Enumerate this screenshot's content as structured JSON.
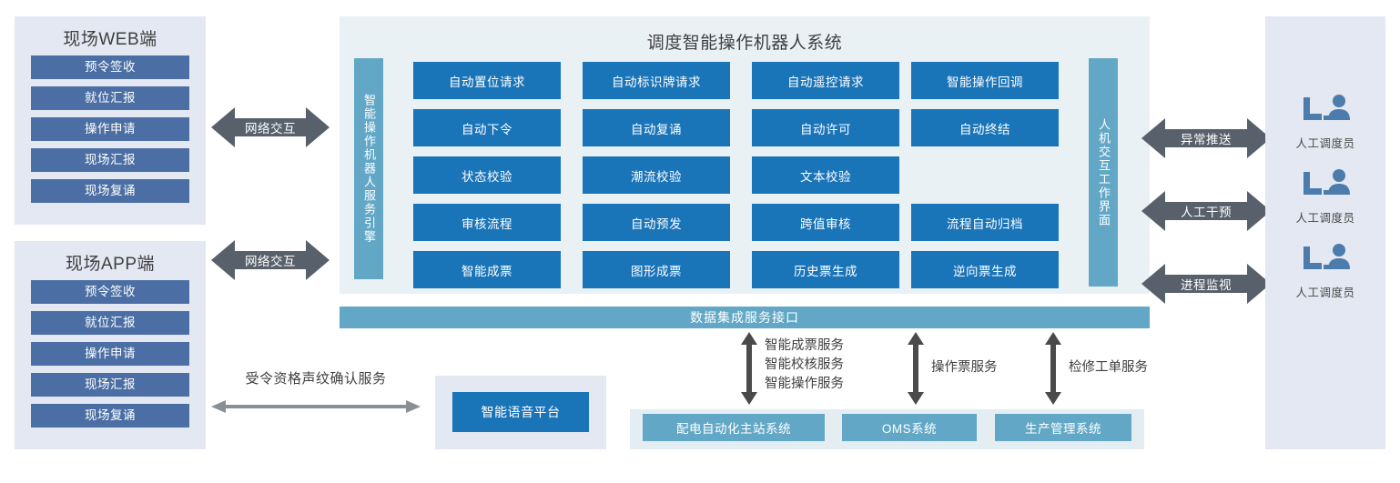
{
  "colors": {
    "client_box": "#4b6fa4",
    "center_cell": "#1a74b8",
    "teal_bar": "#62a8c6",
    "arrow_gray": "#58606b",
    "panel_lavender": "#e4e8f2",
    "panel_sky": "#e9f1f5",
    "panel_teal_bg": "#e4eef2"
  },
  "left": {
    "web_client": {
      "title": "现场WEB端",
      "items": [
        "预令签收",
        "就位汇报",
        "操作申请",
        "现场汇报",
        "现场复诵"
      ]
    },
    "app_client": {
      "title": "现场APP端",
      "items": [
        "预令签收",
        "就位汇报",
        "操作申请",
        "现场汇报",
        "现场复诵"
      ]
    },
    "arrows": [
      {
        "label": "网络交互"
      },
      {
        "label": "网络交互"
      }
    ]
  },
  "center": {
    "title": "调度智能操作机器人系统",
    "engine_label": "智能操作机器人服务引擎",
    "hmi_label": "人机交互工作界面",
    "grid": [
      [
        "自动置位请求",
        "自动标识牌请求",
        "自动遥控请求",
        "智能操作回调"
      ],
      [
        "自动下令",
        "自动复诵",
        "自动许可",
        "自动终结"
      ],
      [
        "状态校验",
        "潮流校验",
        "文本校验",
        ""
      ],
      [
        "审核流程",
        "自动预发",
        "跨值审核",
        "流程自动归档"
      ],
      [
        "智能成票",
        "图形成票",
        "历史票生成",
        "逆向票生成"
      ]
    ],
    "data_bus": "数据集成服务接口"
  },
  "right": {
    "arrows": [
      {
        "label": "异常推送"
      },
      {
        "label": "人工干预"
      },
      {
        "label": "进程监视"
      }
    ],
    "dispatchers": [
      {
        "icon": "operator-console-icon",
        "label": "人工调度员"
      },
      {
        "icon": "operator-console-icon",
        "label": "人工调度员"
      },
      {
        "icon": "operator-console-icon",
        "label": "人工调度员"
      }
    ]
  },
  "bottom": {
    "voiceprint_service_label": "受令资格声纹确认服务",
    "voice_platform": "智能语音平台",
    "service_links": [
      {
        "lines": [
          "智能成票服务",
          "智能校核服务",
          "智能操作服务"
        ]
      },
      {
        "lines": [
          "操作票服务"
        ]
      },
      {
        "lines": [
          "检修工单服务"
        ]
      }
    ],
    "external_systems": [
      "配电自动化主站系统",
      "OMS系统",
      "生产管理系统"
    ]
  }
}
